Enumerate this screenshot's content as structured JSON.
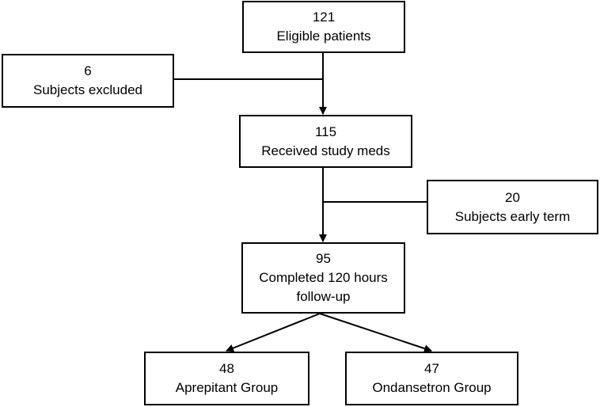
{
  "flowchart": {
    "eligible": {
      "count": "121",
      "label": "Eligible patients"
    },
    "excluded": {
      "count": "6",
      "label": "Subjects excluded"
    },
    "received": {
      "count": "115",
      "label": "Received study meds"
    },
    "early_term": {
      "count": "20",
      "label": "Subjects early term"
    },
    "completed": {
      "count": "95",
      "label_line1": "Completed 120 hours",
      "label_line2": "follow-up"
    },
    "aprepitant": {
      "count": "48",
      "label": "Aprepitant Group"
    },
    "ondansetron": {
      "count": "47",
      "label": "Ondansetron Group"
    }
  },
  "colors": {
    "stroke": "#000000",
    "background": "#ffffff"
  }
}
